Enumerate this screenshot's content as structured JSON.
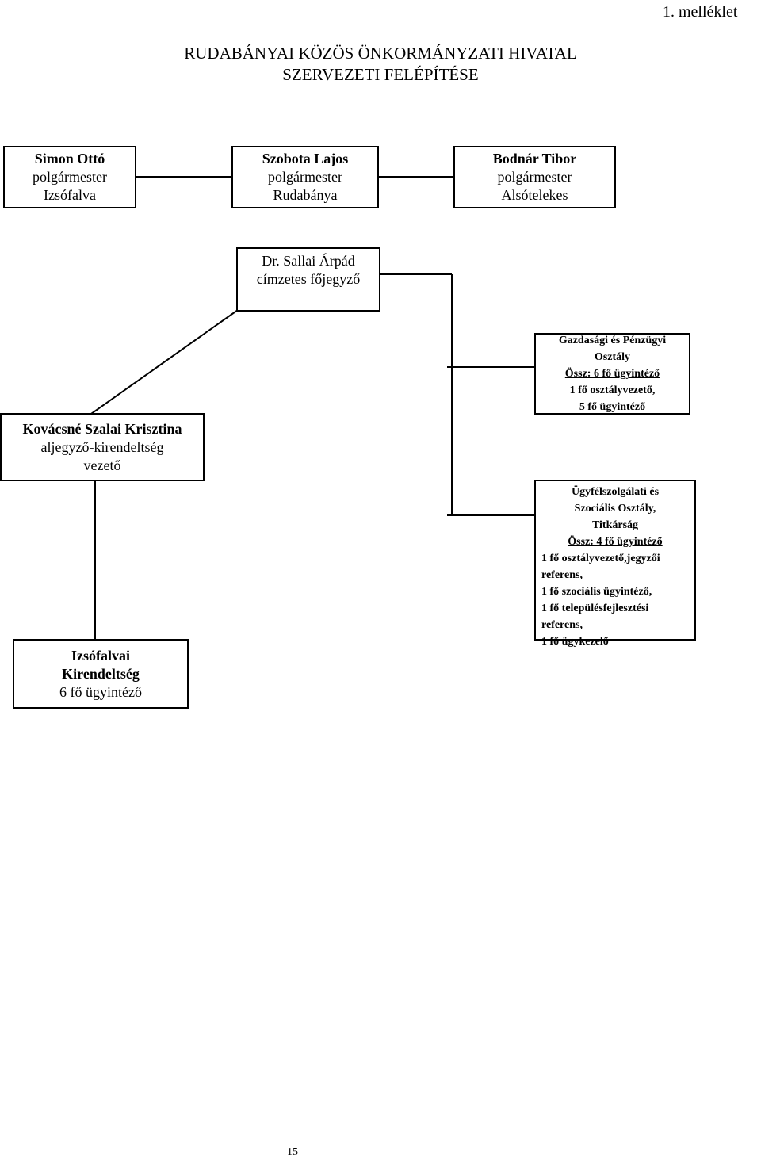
{
  "annex_label": "1.  melléklet",
  "title": {
    "line1": "RUDABÁNYAI KÖZÖS ÖNKORMÁNYZATI HIVATAL",
    "line2": "SZERVEZETI FELÉPÍTÉSE"
  },
  "mayors": [
    {
      "name": "Simon Ottó",
      "role": "polgármester",
      "place": "Izsófalva"
    },
    {
      "name": "Szobota Lajos",
      "role": "polgármester",
      "place": "Rudabánya"
    },
    {
      "name": "Bodnár Tibor",
      "role": "polgármester",
      "place": "Alsótelekes"
    }
  ],
  "notary": {
    "name": "Dr. Sallai Árpád",
    "role": "címzetes főjegyző"
  },
  "deputy": {
    "name": "Kovácsné Szalai Krisztina",
    "role": "aljegyző-kirendeltség",
    "role2": "vezető"
  },
  "branch": {
    "line1": "Izsófalvai",
    "line2": "Kirendeltség",
    "line3": "6 fő ügyintéző"
  },
  "finance_dept": {
    "line1": "Gazdasági és Pénzügyi",
    "line2": "Osztály",
    "total": "Össz: 6 fő ügyintéző",
    "line4": "1 fő osztályvezető,",
    "line5": "5 fő ügyintéző"
  },
  "service_dept": {
    "line1": "Ügyfélszolgálati és",
    "line2": "Szociális Osztály,",
    "line3": "Titkárság",
    "total": "Össz: 4 fő ügyintéző",
    "line5": "1 fő osztályvezető,jegyzői",
    "line6": "referens,",
    "line7": "1 fő szociális ügyintéző,",
    "line8": "1 fő településfejlesztési",
    "line9": "referens,",
    "line10": "1 fő ügykezelő"
  },
  "page_number": "15"
}
